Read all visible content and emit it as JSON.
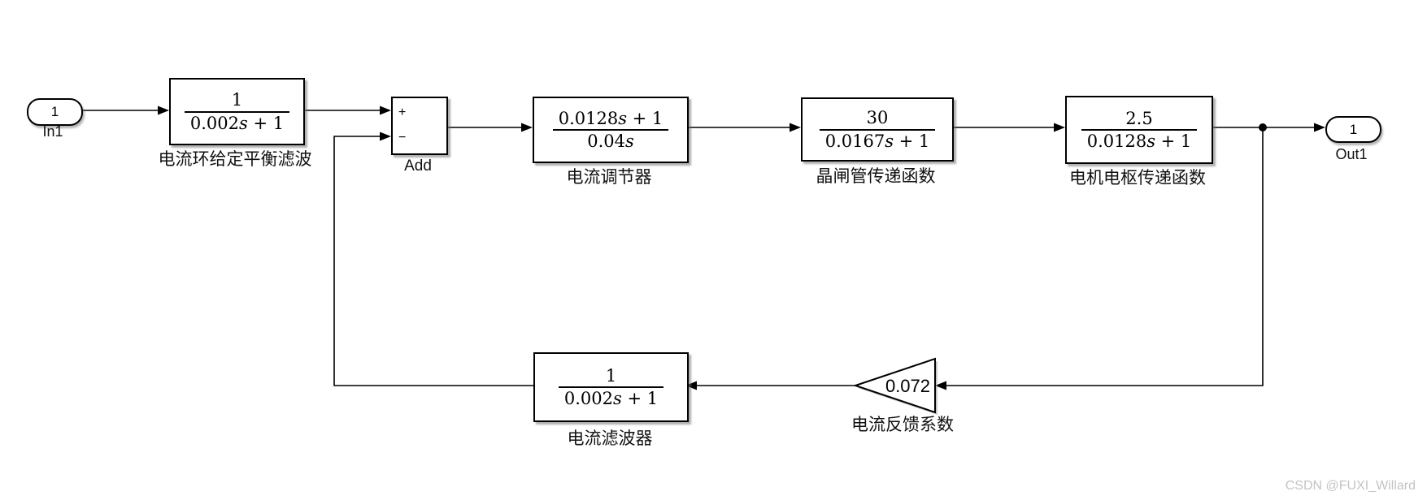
{
  "blocks": {
    "in1": {
      "port": "1",
      "label": "In1"
    },
    "balance_filter": {
      "num": "1",
      "den": "0.002s + 1",
      "label": "电流环给定平衡滤波"
    },
    "add": {
      "plus": "+",
      "minus": "−",
      "label": "Add"
    },
    "current_regulator": {
      "num": "0.0128s + 1",
      "den": "0.04s",
      "label": "电流调节器"
    },
    "thyristor": {
      "num": "30",
      "den": "0.0167s + 1",
      "label": "晶闸管传递函数"
    },
    "motor_armature": {
      "num": "2.5",
      "den": "0.0128s + 1",
      "label": "电机电枢传递函数"
    },
    "out1": {
      "port": "1",
      "label": "Out1"
    },
    "current_feedback_gain": {
      "value": "0.072",
      "label": "电流反馈系数"
    },
    "current_filter": {
      "num": "1",
      "den": "0.002s + 1",
      "label": "电流滤波器"
    }
  },
  "watermark": "CSDN @FUXI_Willard",
  "colors": {
    "line": "#000000",
    "block_fill": "#ffffff",
    "watermark": "#c4c4c4"
  }
}
